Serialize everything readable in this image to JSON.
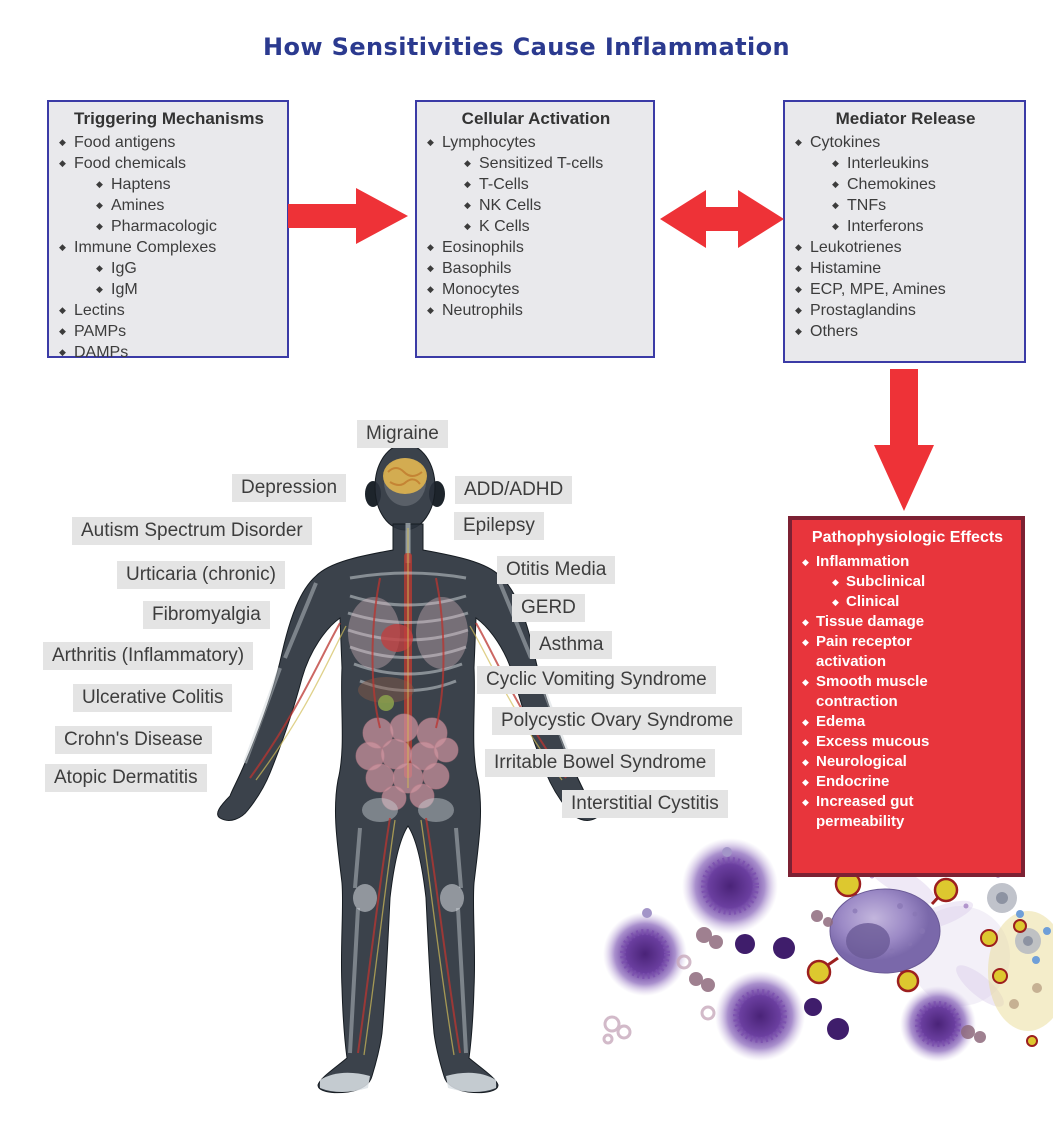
{
  "title": "How Sensitivities Cause Inflammation",
  "icons": {
    "bullet": "◆"
  },
  "boxes": {
    "triggering": {
      "title": "Triggering Mechanisms",
      "items": [
        {
          "label": "Food antigens",
          "level": 1
        },
        {
          "label": "Food chemicals",
          "level": 1
        },
        {
          "label": "Haptens",
          "level": 2
        },
        {
          "label": "Amines",
          "level": 2
        },
        {
          "label": "Pharmacologic",
          "level": 2
        },
        {
          "label": "Immune Complexes",
          "level": 1
        },
        {
          "label": "IgG",
          "level": 2
        },
        {
          "label": "IgM",
          "level": 2
        },
        {
          "label": "Lectins",
          "level": 1
        },
        {
          "label": "PAMPs",
          "level": 1
        },
        {
          "label": "DAMPs",
          "level": 1
        }
      ]
    },
    "cellular": {
      "title": "Cellular Activation",
      "items": [
        {
          "label": "Lymphocytes",
          "level": 1
        },
        {
          "label": "Sensitized T-cells",
          "level": 2
        },
        {
          "label": "T-Cells",
          "level": 2
        },
        {
          "label": "NK Cells",
          "level": 2
        },
        {
          "label": "K Cells",
          "level": 2
        },
        {
          "label": "Eosinophils",
          "level": 1
        },
        {
          "label": "Basophils",
          "level": 1
        },
        {
          "label": "Monocytes",
          "level": 1
        },
        {
          "label": "Neutrophils",
          "level": 1
        }
      ]
    },
    "mediator": {
      "title": "Mediator Release",
      "items": [
        {
          "label": "Cytokines",
          "level": 1
        },
        {
          "label": "Interleukins",
          "level": 2
        },
        {
          "label": "Chemokines",
          "level": 2
        },
        {
          "label": "TNFs",
          "level": 2
        },
        {
          "label": "Interferons",
          "level": 2
        },
        {
          "label": "Leukotrienes",
          "level": 1
        },
        {
          "label": "Histamine",
          "level": 1
        },
        {
          "label": "ECP, MPE, Amines",
          "level": 1
        },
        {
          "label": "Prostaglandins",
          "level": 1
        },
        {
          "label": "Others",
          "level": 1
        }
      ]
    },
    "effects": {
      "title": "Pathophysiologic Effects",
      "items": [
        {
          "label": "Inflammation",
          "level": 1
        },
        {
          "label": "Subclinical",
          "level": 2
        },
        {
          "label": "Clinical",
          "level": 2
        },
        {
          "label": "Tissue damage",
          "level": 1
        },
        {
          "label": "Pain receptor activation",
          "level": 1
        },
        {
          "label": "Smooth muscle contraction",
          "level": 1
        },
        {
          "label": "Edema",
          "level": 1
        },
        {
          "label": "Excess mucous",
          "level": 1
        },
        {
          "label": "Neurological",
          "level": 1
        },
        {
          "label": "Endocrine",
          "level": 1
        },
        {
          "label": "Increased gut permeability",
          "level": 1
        }
      ]
    }
  },
  "conditions_left": [
    "Migraine",
    "Depression",
    "Autism Spectrum Disorder",
    "Urticaria (chronic)",
    "Fibromyalgia",
    "Arthritis (Inflammatory)",
    "Ulcerative Colitis",
    "Crohn's Disease",
    "Atopic Dermatitis"
  ],
  "conditions_right": [
    "ADD/ADHD",
    "Epilepsy",
    "Otitis Media",
    "GERD",
    "Asthma",
    "Cyclic Vomiting Syndrome",
    "Polycystic Ovary Syndrome",
    "Irritable Bowel Syndrome",
    "Interstitial Cystitis"
  ],
  "colors": {
    "title_text": "#2b3a8f",
    "box_border": "#3b3ba6",
    "box_bg": "#e9e9ec",
    "box_text": "#3c3c3c",
    "arrow_red": "#ee3237",
    "effects_bg": "#e8353c",
    "effects_border": "#7c2133",
    "effects_text": "#ffffff",
    "label_bg": "#e4e4e4",
    "label_text": "#3d3d3d"
  }
}
